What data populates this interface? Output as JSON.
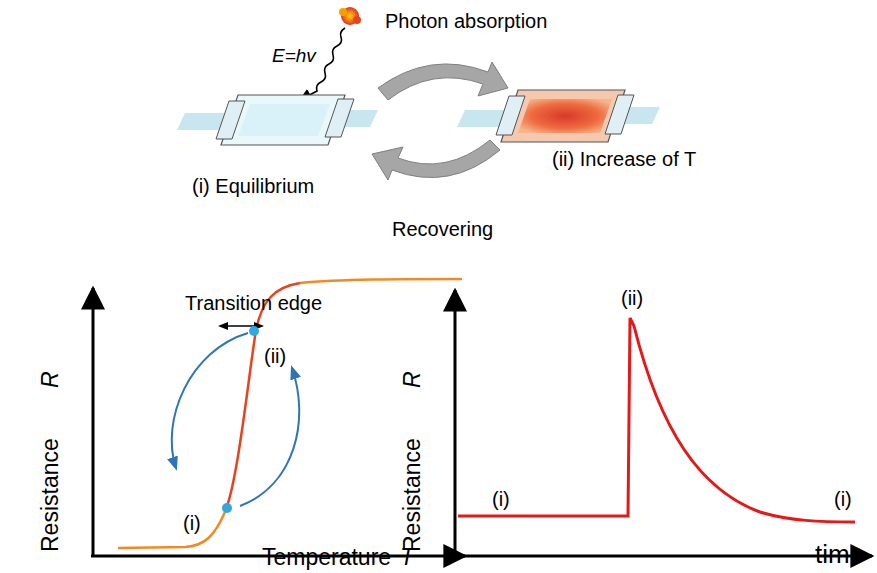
{
  "diagram": {
    "labels": [
      "Photon absorption",
      "E=hv",
      "(i) Equilibrium",
      "(ii) Increase of T",
      "Recovering",
      "Transition edge",
      "Resistance",
      "R",
      "Temperature",
      "T",
      "(ii)",
      "(i)",
      "Resistance",
      "R",
      "(ii)",
      "(i)",
      "(i)",
      "time"
    ]
  }
}
